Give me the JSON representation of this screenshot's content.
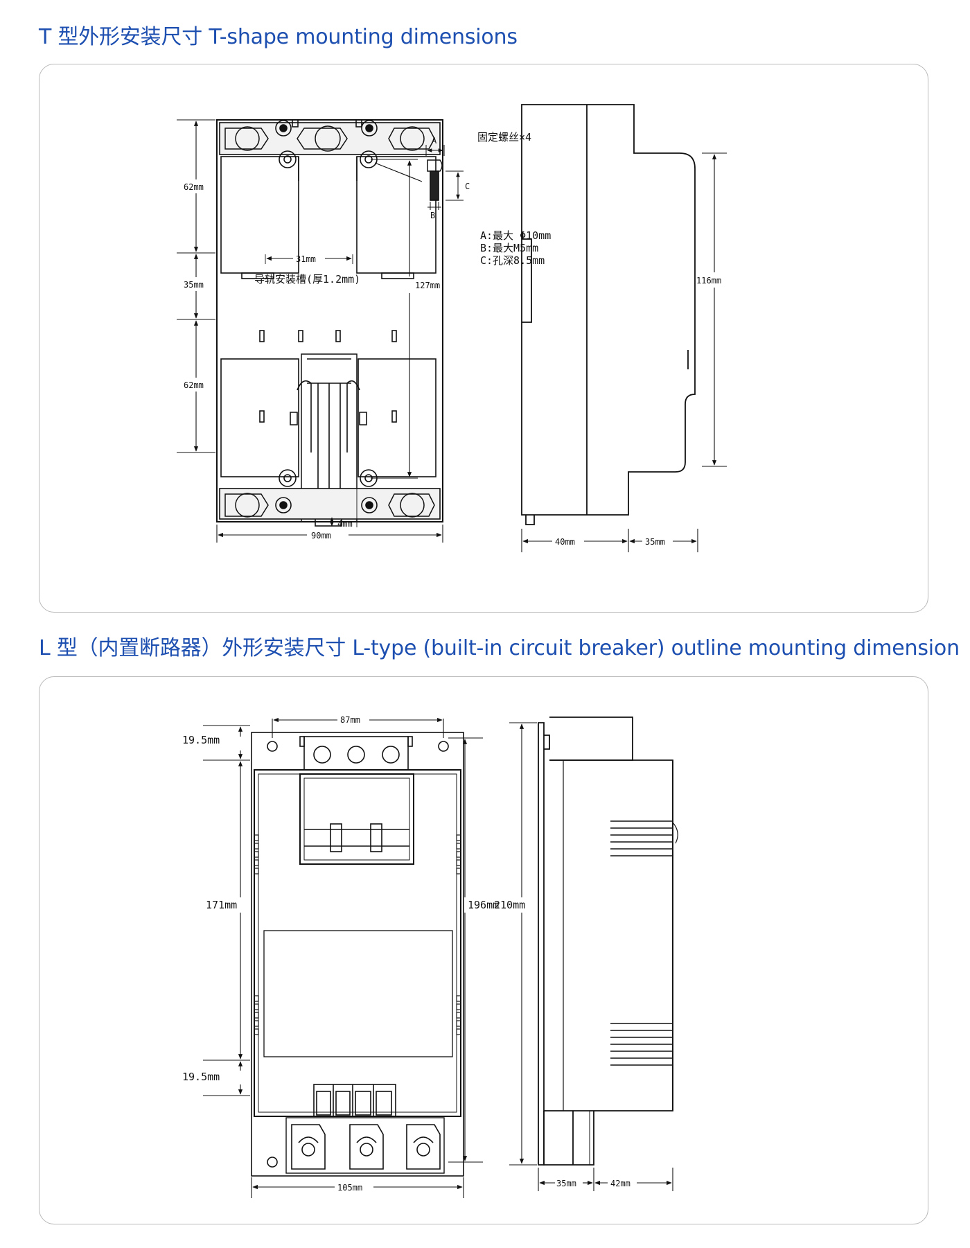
{
  "section_t": {
    "title": "T 型外形安装尺寸 T-shape mounting dimensions",
    "screw_label": "固定螺丝×4",
    "screw_parts": {
      "a": "A",
      "b": "B",
      "c": "C"
    },
    "screw_notes": [
      "A:最大 Φ10mm",
      "B:最大M5mm",
      "C:孔深8.5mm"
    ],
    "rail_label": "导轨安装槽(厚1.2mm)",
    "dims": {
      "top": "62mm",
      "middle": "35mm",
      "bottom": "62mm",
      "rail_width": "31mm",
      "overall_height": "127mm",
      "offset": "4mm",
      "width": "90mm",
      "side_depth": "40mm",
      "side_rail": "35mm",
      "side_height": "116mm"
    }
  },
  "section_l": {
    "title": "L 型（内置断路器）外形安装尺寸 L-type (built-in circuit breaker) outline mounting dimension",
    "dims": {
      "hole_spacing": "87mm",
      "top_margin": "19.5mm",
      "body_height": "171mm",
      "overall": "196mm",
      "bottom_margin": "19.5mm",
      "width": "105mm",
      "side_height": "210mm",
      "side_base": "35mm",
      "side_depth": "42mm"
    }
  }
}
